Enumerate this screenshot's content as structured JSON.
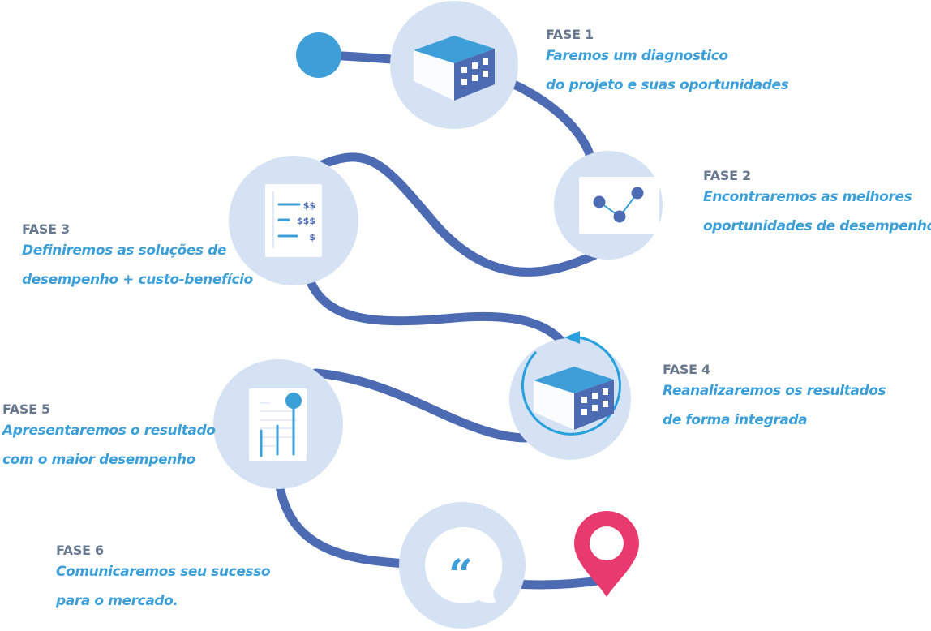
{
  "title": "Roadmap de fases",
  "colors": {
    "path": "#4d6bb3",
    "circle": "#d5e2f3",
    "accent": "#3b9fd8",
    "label": "#67788f",
    "pin": "#e83a6f",
    "start_dot": "#3e9ed8"
  },
  "phases": [
    {
      "label": "FASE 1",
      "lines": [
        "Faremos um diagnostico",
        "do projeto e suas oportunidades"
      ],
      "icon": "building-icon"
    },
    {
      "label": "FASE 2",
      "lines": [
        "Encontraremos as melhores",
        "oportunidades de desempenho"
      ],
      "icon": "line-chart-icon"
    },
    {
      "label": "FASE 3",
      "lines": [
        "Definiremos as soluções de",
        "desempenho + custo-benefício"
      ],
      "icon": "price-list-icon"
    },
    {
      "label": "FASE 4",
      "lines": [
        "Reanalizaremos os resultados",
        "de forma integrada"
      ],
      "icon": "building-refresh-icon"
    },
    {
      "label": "FASE 5",
      "lines": [
        "Apresentaremos o resultado",
        "com o maior desempenho"
      ],
      "icon": "bar-report-icon"
    },
    {
      "label": "FASE 6",
      "lines": [
        "Comunicaremos seu sucesso",
        "para o mercado."
      ],
      "icon": "quote-bubble-icon"
    }
  ],
  "price_list": [
    "$$",
    "$$$",
    "$"
  ],
  "quote_glyph": "“",
  "start_icon": "start-dot-icon",
  "end_icon": "map-pin-icon"
}
